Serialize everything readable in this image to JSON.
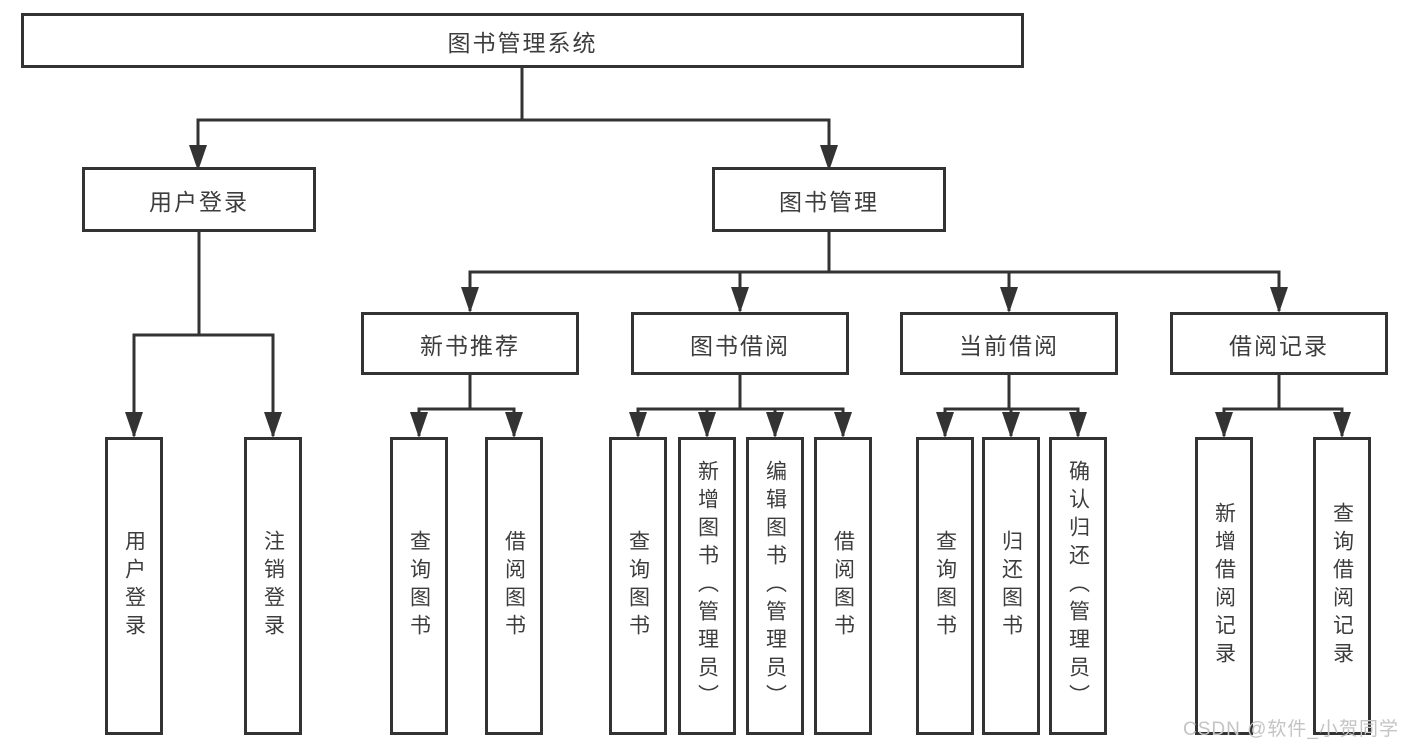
{
  "diagram": {
    "tree": {
      "label": "图书管理系统",
      "children": [
        {
          "label": "用户登录",
          "children": [
            {
              "label": "用户登录"
            },
            {
              "label": "注销登录"
            }
          ]
        },
        {
          "label": "图书管理",
          "children": [
            {
              "label": "新书推荐",
              "children": [
                {
                  "label": "查询图书"
                },
                {
                  "label": "借阅图书"
                }
              ]
            },
            {
              "label": "图书借阅",
              "children": [
                {
                  "label": "查询图书"
                },
                {
                  "label": "新增图书（管理员）"
                },
                {
                  "label": "编辑图书（管理员）"
                },
                {
                  "label": "借阅图书"
                }
              ]
            },
            {
              "label": "当前借阅",
              "children": [
                {
                  "label": "查询图书"
                },
                {
                  "label": "归还图书"
                },
                {
                  "label": "确认归还（管理员）"
                }
              ]
            },
            {
              "label": "借阅记录",
              "children": [
                {
                  "label": "新增借阅记录"
                },
                {
                  "label": "查询借阅记录"
                }
              ]
            }
          ]
        }
      ]
    },
    "watermark": "CSDN @软件_小贺同学",
    "colors": {
      "line": "#333333",
      "text": "#3d3d3d",
      "watermark": "#c4c4c4",
      "background": "#ffffff"
    }
  }
}
